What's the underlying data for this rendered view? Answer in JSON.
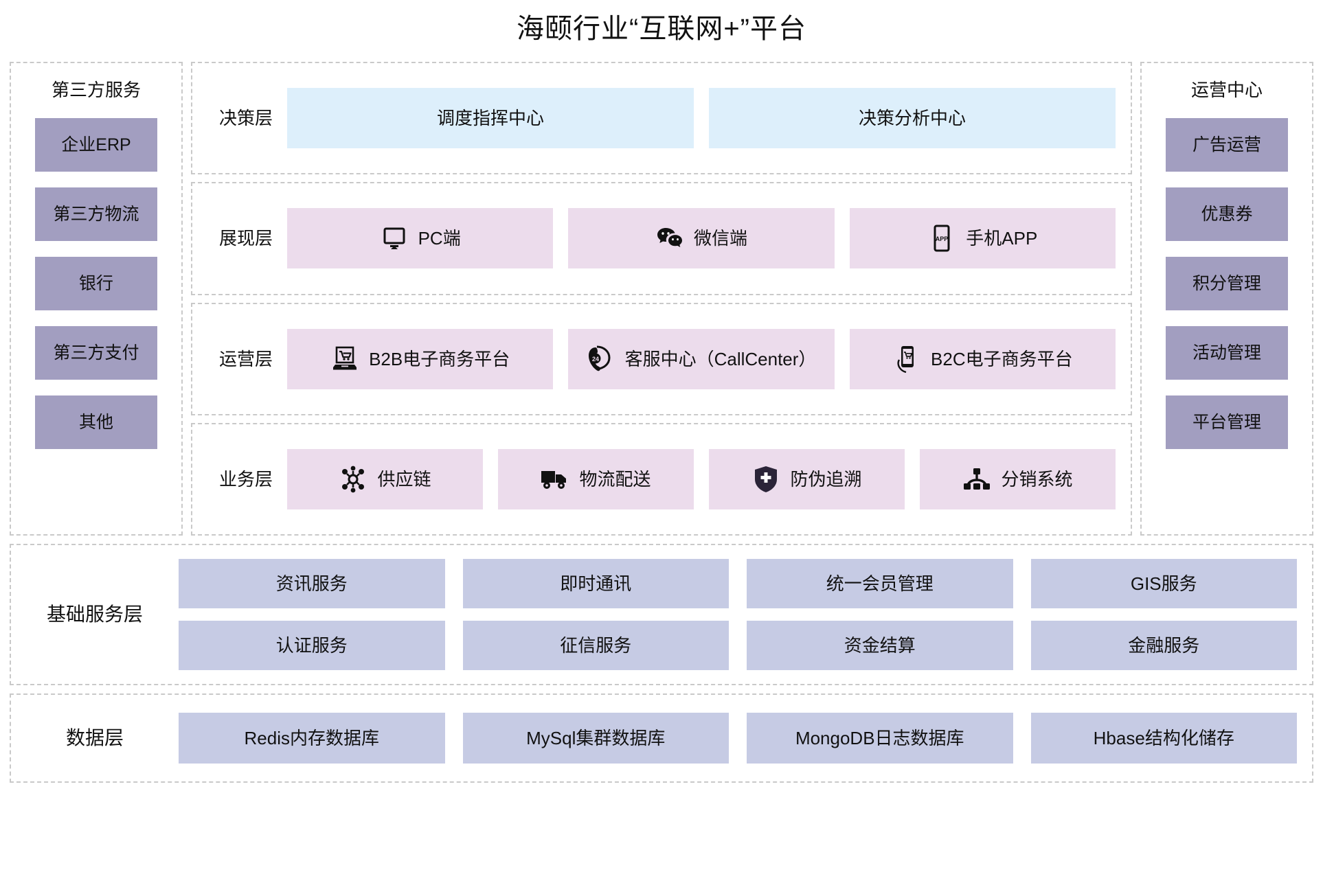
{
  "page": {
    "title": "海颐行业“互联网+”平台",
    "colors": {
      "decision_card": "#ddeffb",
      "presentation_card": "#ecdcec",
      "side_chip": "#a29ec0",
      "service_chip": "#c6cbe4",
      "dashed_border": "#c9c9c9",
      "background": "#ffffff"
    }
  },
  "left_panel": {
    "title": "第三方服务",
    "items": [
      {
        "label": "企业ERP"
      },
      {
        "label": "第三方物流"
      },
      {
        "label": "银行"
      },
      {
        "label": "第三方支付"
      },
      {
        "label": "其他"
      }
    ]
  },
  "right_panel": {
    "title": "运营中心",
    "items": [
      {
        "label": "广告运营"
      },
      {
        "label": "优惠券"
      },
      {
        "label": "积分管理"
      },
      {
        "label": "活动管理"
      },
      {
        "label": "平台管理"
      }
    ]
  },
  "center_layers": [
    {
      "label": "决策层",
      "style": "blue",
      "cards": [
        {
          "label": "调度指挥中心",
          "icon": ""
        },
        {
          "label": "决策分析中心",
          "icon": ""
        }
      ]
    },
    {
      "label": "展现层",
      "style": "pink",
      "cards": [
        {
          "label": "PC端",
          "icon": "monitor-icon"
        },
        {
          "label": "微信端",
          "icon": "wechat-icon"
        },
        {
          "label": "手机APP",
          "icon": "mobile-app-icon"
        }
      ]
    },
    {
      "label": "运营层",
      "style": "pink",
      "cards": [
        {
          "label": "B2B电子商务平台",
          "icon": "laptop-cart-icon"
        },
        {
          "label": "客服中心（CallCenter）",
          "icon": "phone-24h-icon"
        },
        {
          "label": "B2C电子商务平台",
          "icon": "mobile-cart-icon"
        }
      ]
    },
    {
      "label": "业务层",
      "style": "pink",
      "cards": [
        {
          "label": "供应链",
          "icon": "supply-chain-icon"
        },
        {
          "label": "物流配送",
          "icon": "truck-icon"
        },
        {
          "label": "防伪追溯",
          "icon": "shield-icon"
        },
        {
          "label": "分销系统",
          "icon": "distribution-tree-icon"
        }
      ]
    }
  ],
  "base_service_layer": {
    "label": "基础服务层",
    "rows": [
      [
        {
          "label": "资讯服务"
        },
        {
          "label": "即时通讯"
        },
        {
          "label": "统一会员管理"
        },
        {
          "label": "GIS服务"
        }
      ],
      [
        {
          "label": "认证服务"
        },
        {
          "label": "征信服务"
        },
        {
          "label": "资金结算"
        },
        {
          "label": "金融服务"
        }
      ]
    ]
  },
  "data_layer": {
    "label": "数据层",
    "rows": [
      [
        {
          "label": "Redis内存数据库"
        },
        {
          "label": "MySql集群数据库"
        },
        {
          "label": "MongoDB日志数据库"
        },
        {
          "label": "Hbase结构化储存"
        }
      ]
    ]
  }
}
